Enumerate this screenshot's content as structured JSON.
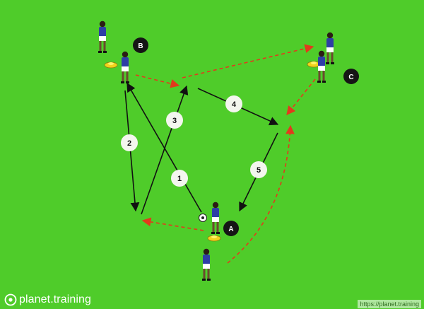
{
  "colors": {
    "pitch": "#4fcc2a",
    "pass_line": "#111111",
    "run_line": "#e23a1c",
    "number_marker_fill": "#f3f6ee",
    "label_marker_fill": "#151515",
    "jersey": "#2e3ea6",
    "cone": "#f1d31c"
  },
  "labels": {
    "a": "A",
    "b": "B",
    "c": "C"
  },
  "steps": {
    "s1": "1",
    "s2": "2",
    "s3": "3",
    "s4": "4",
    "s5": "5"
  },
  "branding": {
    "logo_text": "planet.training",
    "url_text": "https://planet.training"
  }
}
